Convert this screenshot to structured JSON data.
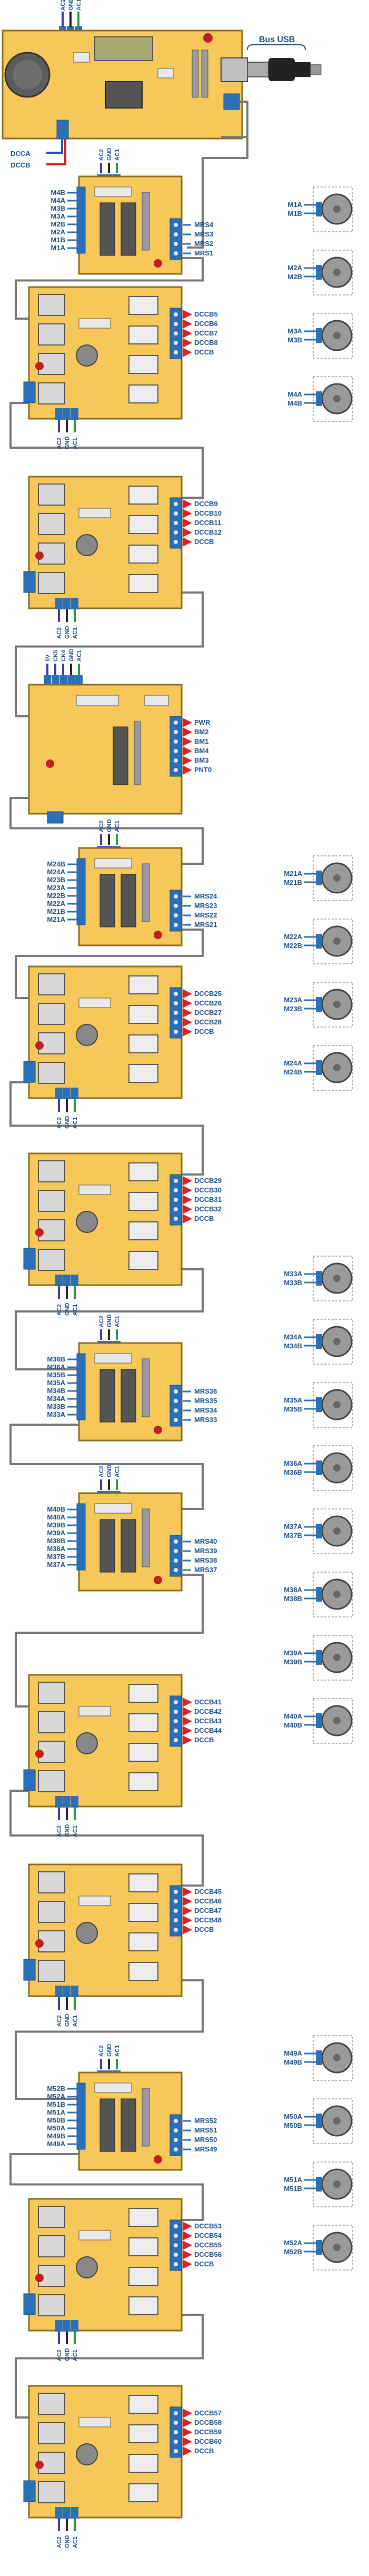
{
  "header": {
    "usb_label": "Bus USB",
    "dcc_labels": [
      "DCCA",
      "DCCB"
    ]
  },
  "supply_pins": [
    "AC2",
    "GND",
    "AC1"
  ],
  "colors": {
    "board": "#f6c85a",
    "board_border": "#8a6a1c",
    "wire": "#777777",
    "blue_connector": "#2a6fb8",
    "label": "#1a4f86",
    "arrow_red": "#e02020",
    "dcc_red": "#d42020",
    "dcc_blue": "#2255aa",
    "motor": "#9a9a9a"
  },
  "modules": [
    {
      "type": "servo",
      "inputs": [
        "M4B",
        "M4A",
        "M3B",
        "M3A",
        "M2B",
        "M2A",
        "M1B",
        "M1A"
      ],
      "outputs": [
        "MRS4",
        "MRS3",
        "MRS2",
        "MRS1"
      ]
    },
    {
      "type": "relay",
      "outputs": [
        "DCCB5",
        "DCCB6",
        "DCCB7",
        "DCCB8",
        "DCCB"
      ]
    },
    {
      "type": "relay",
      "outputs": [
        "DCCB9",
        "DCCB10",
        "DCCB11",
        "DCCB12",
        "DCCB"
      ]
    },
    {
      "type": "io",
      "top_pins": [
        "5V",
        "CK5",
        "CK4",
        "GND",
        "AC1"
      ],
      "outputs": [
        "PWR",
        "BM2",
        "BM1",
        "BM4",
        "BM3",
        "PNT0"
      ]
    },
    {
      "type": "servo",
      "inputs": [
        "M24B",
        "M24A",
        "M23B",
        "M23A",
        "M22B",
        "M22A",
        "M21B",
        "M21A"
      ],
      "outputs": [
        "MRS24",
        "MRS23",
        "MRS22",
        "MRS21"
      ]
    },
    {
      "type": "relay",
      "outputs": [
        "DCCB25",
        "DCCB26",
        "DCCB27",
        "DCCB28",
        "DCCB"
      ]
    },
    {
      "type": "relay",
      "outputs": [
        "DCCB29",
        "DCCB30",
        "DCCB31",
        "DCCB32",
        "DCCB"
      ]
    },
    {
      "type": "servo",
      "inputs": [
        "M36B",
        "M36A",
        "M35B",
        "M35A",
        "M34B",
        "M34A",
        "M33B",
        "M33A"
      ],
      "outputs": [
        "MRS36",
        "MRS35",
        "MRS34",
        "MRS33"
      ]
    },
    {
      "type": "servo",
      "inputs": [
        "M40B",
        "M40A",
        "M39B",
        "M39A",
        "M38B",
        "M38A",
        "M37B",
        "M37A"
      ],
      "outputs": [
        "MRS40",
        "MRS39",
        "MRS38",
        "MRS37"
      ]
    },
    {
      "type": "relay",
      "outputs": [
        "DCCB41",
        "DCCB42",
        "DCCB43",
        "DCCB44",
        "DCCB"
      ]
    },
    {
      "type": "relay",
      "outputs": [
        "DCCB45",
        "DCCB46",
        "DCCB47",
        "DCCB48",
        "DCCB"
      ]
    },
    {
      "type": "servo",
      "inputs": [
        "M52B",
        "M52A",
        "M51B",
        "M51A",
        "M50B",
        "M50A",
        "M49B",
        "M49A"
      ],
      "outputs": [
        "MRS52",
        "MRS51",
        "MRS50",
        "MRS49"
      ]
    },
    {
      "type": "relay",
      "outputs": [
        "DCCB53",
        "DCCB54",
        "DCCB55",
        "DCCB56",
        "DCCB"
      ]
    },
    {
      "type": "relay",
      "outputs": [
        "DCCB57",
        "DCCB58",
        "DCCB59",
        "DCCB60",
        "DCCB"
      ]
    }
  ],
  "motors": [
    [
      "M1A",
      "M1B"
    ],
    [
      "M2A",
      "M2B"
    ],
    [
      "M3A",
      "M3B"
    ],
    [
      "M4A",
      "M4B"
    ],
    [
      "M21A",
      "M21B"
    ],
    [
      "M22A",
      "M22B"
    ],
    [
      "M23A",
      "M23B"
    ],
    [
      "M24A",
      "M24B"
    ],
    [
      "M33A",
      "M33B"
    ],
    [
      "M34A",
      "M34B"
    ],
    [
      "M35A",
      "M35B"
    ],
    [
      "M36A",
      "M36B"
    ],
    [
      "M37A",
      "M37B"
    ],
    [
      "M38A",
      "M38B"
    ],
    [
      "M39A",
      "M39B"
    ],
    [
      "M40A",
      "M40B"
    ],
    [
      "M49A",
      "M49B"
    ],
    [
      "M50A",
      "M50B"
    ],
    [
      "M51A",
      "M51B"
    ],
    [
      "M52A",
      "M52B"
    ]
  ]
}
